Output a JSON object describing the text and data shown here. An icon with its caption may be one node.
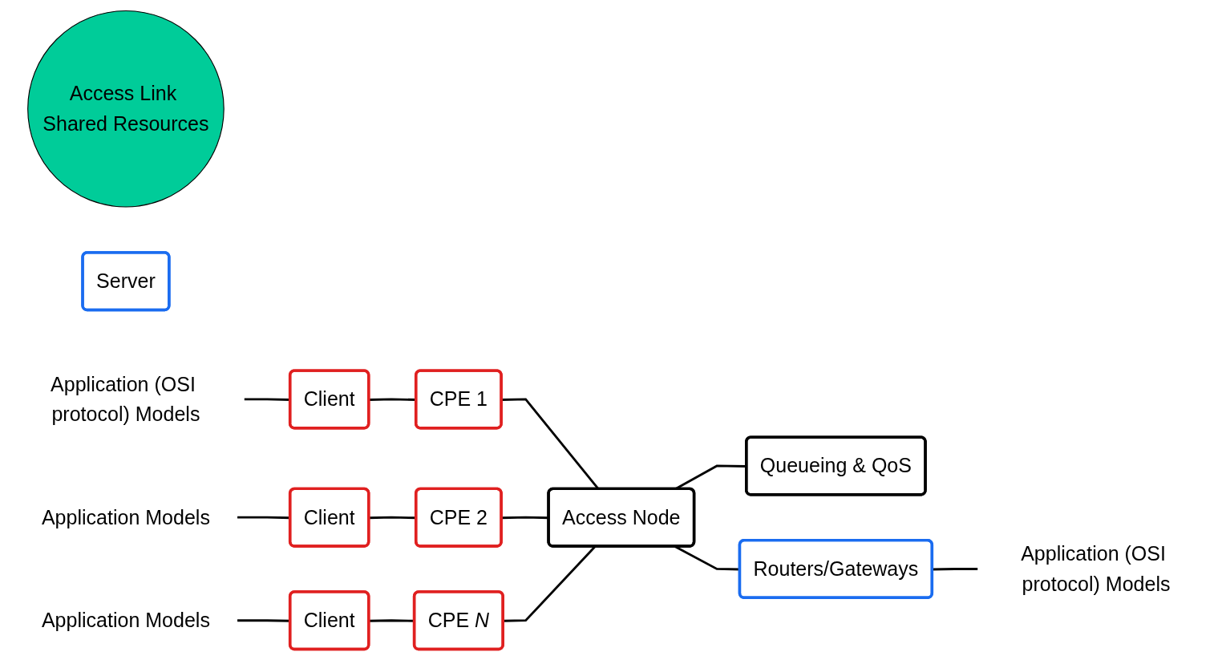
{
  "diagram": {
    "nodes": [
      {
        "text": [
          "Client"
        ]
      },
      {
        "text": [
          "CPE 1"
        ]
      },
      {
        "text": [
          "Client"
        ]
      },
      {
        "text": [
          "CPE 2"
        ]
      },
      {
        "text": [
          "Client"
        ]
      },
      {
        "text": [
          "CPE *N*"
        ]
      },
      {
        "text": [
          "Access Link Shared Resources"
        ]
      },
      {
        "text": [
          "Access Node"
        ]
      },
      {
        "text": [
          "Queueing & QoS"
        ]
      },
      {
        "text": [
          "Routers/Gateways"
        ]
      },
      {
        "text": [
          "Server"
        ]
      },
      {
        "text": [
          "Application (OSI protocol) Models"
        ]
      },
      {
        "text": [
          "Application Models"
        ]
      },
      {
        "text": [
          "Application Models"
        ]
      },
      {
        "text": [
          "Application (OSI protocol) Models"
        ]
      }
    ],
    "edges": [
      {
        "from": 11,
        "to": 0,
        "arrow": "none"
      },
      {
        "from": 0,
        "to": 1,
        "arrow": "none"
      },
      {
        "from": 1,
        "to": 7,
        "arrow": "none"
      },
      {
        "from": 12,
        "to": 2,
        "arrow": "none"
      },
      {
        "from": 2,
        "to": 3,
        "arrow": "none"
      },
      {
        "from": 3,
        "to": 7,
        "arrow": "none"
      },
      {
        "from": 13,
        "to": 4,
        "arrow": "none"
      },
      {
        "from": 4,
        "to": 5,
        "arrow": "none"
      },
      {
        "from": 5,
        "to": 7,
        "arrow": "none"
      },
      {
        "from": 7,
        "to": 8,
        "arrow": "none"
      },
      {
        "from": 7,
        "to": 9,
        "arrow": "none"
      },
      {
        "from": 9,
        "to": 14,
        "arrow": "none"
      }
    ]
  }
}
